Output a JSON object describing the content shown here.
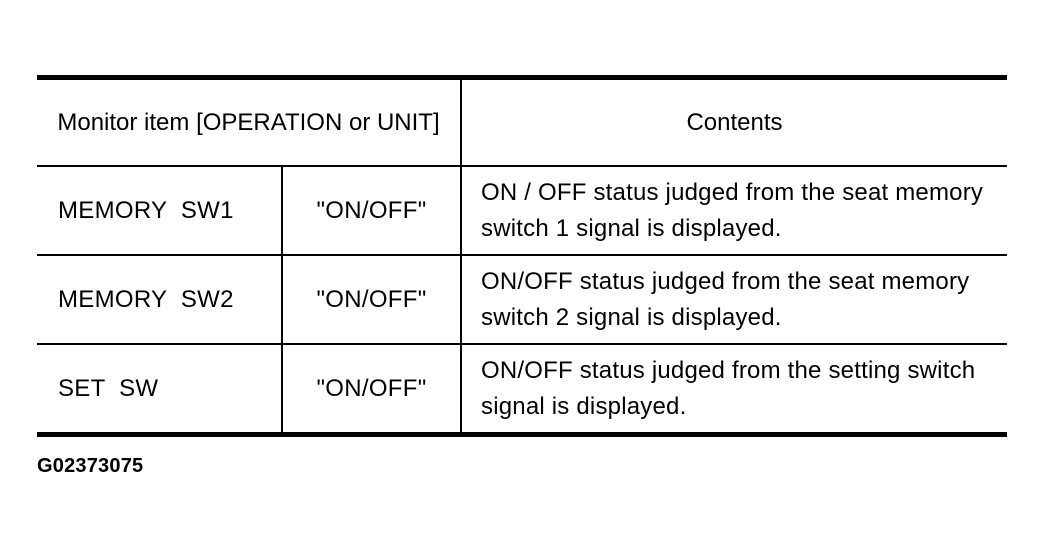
{
  "table": {
    "header": {
      "monitor_item": "Monitor item [OPERATION or UNIT]",
      "contents": "Contents"
    },
    "rows": [
      {
        "item": "MEMORY  SW1",
        "unit": "\"ON/OFF\"",
        "contents": "ON / OFF status judged from the seat memory switch 1 signal is displayed."
      },
      {
        "item": "MEMORY  SW2",
        "unit": "\"ON/OFF\"",
        "contents": "ON/OFF status judged from the seat memory switch 2 signal is displayed."
      },
      {
        "item": "SET  SW",
        "unit": "\"ON/OFF\"",
        "contents": "ON/OFF status judged from the setting switch signal is displayed."
      }
    ]
  },
  "figure_code": "G02373075"
}
